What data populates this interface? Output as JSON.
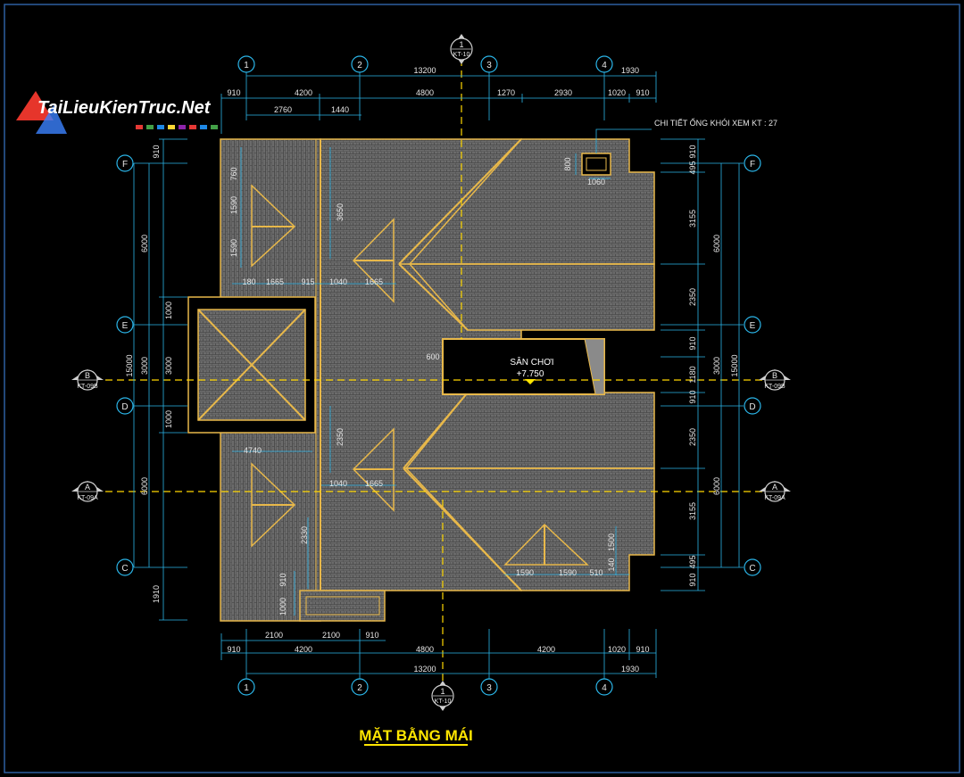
{
  "watermark": "TaiLieuKienTruc.Net",
  "title": "MẶT BẰNG MÁI",
  "chimney_note": "CHI TIẾT ỐNG KHÓI XEM KT : 27",
  "room_label": "SÂN CHƠI",
  "elevation_label": "+7.750",
  "grid_numbers": [
    "1",
    "2",
    "3",
    "4"
  ],
  "grid_letters": [
    "F",
    "E",
    "D",
    "C"
  ],
  "section_marks": {
    "sec1": {
      "num": "1",
      "ref": "KT-10"
    },
    "secB": {
      "num": "B",
      "ref": "KT-09B"
    },
    "secA": {
      "num": "A",
      "ref": "KT-09A"
    }
  },
  "top_dims": {
    "total": "13200",
    "right_ext": "1930",
    "row2": [
      "910",
      "4200",
      "4800",
      "1270",
      "2930",
      "1020",
      "910"
    ],
    "row3": [
      "2760",
      "1440"
    ]
  },
  "bottom_dims": {
    "row1": [
      "910",
      "4200",
      "4800",
      "4200",
      "1020",
      "910"
    ],
    "row_top": [
      "2100",
      "2100",
      "910"
    ],
    "total": "13200",
    "right_ext": "1930"
  },
  "left_dims": {
    "outer": "15000",
    "mid": [
      "6000",
      "3000",
      "6000"
    ],
    "inner": [
      "910",
      "1000",
      "3000",
      "1000",
      "1910"
    ]
  },
  "right_dims": {
    "outer": "15000",
    "mid": [
      "6000",
      "3000",
      "6000"
    ],
    "inner": [
      "910",
      "495",
      "3155",
      "2350",
      "910",
      "1180",
      "910",
      "2350",
      "3155",
      "495",
      "910"
    ]
  },
  "inner_dims": {
    "d760": "760",
    "d1590a": "1590",
    "d1590b": "1590",
    "d3650": "3650",
    "d180": "180",
    "d1665a": "1665",
    "d915": "915",
    "d1040a": "1040",
    "d1665b": "1665",
    "d600": "600",
    "d4740": "4740",
    "d2350": "2350",
    "d1040b": "1040",
    "d1665c": "1665",
    "d2330": "2330",
    "d910": "910",
    "d1000": "1000",
    "d800": "800",
    "d1060": "1060",
    "d1500": "1500",
    "d140": "140",
    "d1590c": "1590",
    "d1590d": "1590",
    "d510": "510"
  },
  "colors": {
    "wall": "#e8b84a",
    "roof": "#6b6b6b",
    "dim_line": "#2bb5e8",
    "axis": "#ffd700",
    "frame": "#2e5fa0",
    "title": "#ffe600"
  }
}
